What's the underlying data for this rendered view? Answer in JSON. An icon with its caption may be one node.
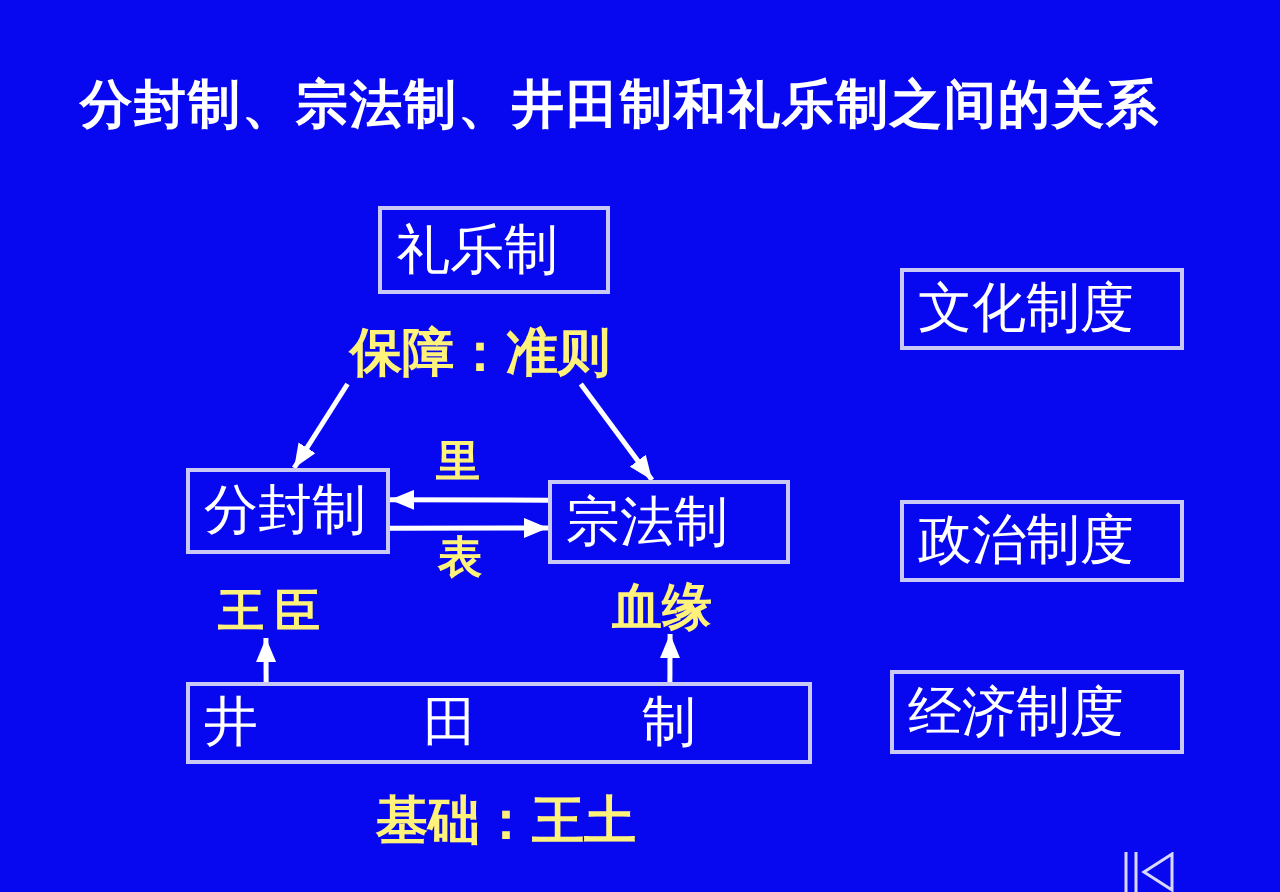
{
  "diagram": {
    "title": "分封制、宗法制、井田制和礼乐制之间的关系",
    "nodes": [
      {
        "text": [
          "礼乐制"
        ]
      },
      {
        "text": [
          "保障：准则"
        ]
      },
      {
        "text": [
          "分封制"
        ]
      },
      {
        "text": [
          "宗法制"
        ]
      },
      {
        "text": [
          "王臣"
        ]
      },
      {
        "text": [
          "血缘"
        ]
      },
      {
        "text": [
          "井田制"
        ],
        "beside": [
          "基础：王土"
        ]
      },
      {
        "text": [
          "文化制度"
        ]
      },
      {
        "text": [
          "政治制度"
        ]
      },
      {
        "text": [
          "经济制度"
        ]
      }
    ],
    "edges": [
      {
        "from": 1,
        "to": 2,
        "arrow": "to"
      },
      {
        "from": 1,
        "to": 3,
        "arrow": "to"
      },
      {
        "from": 3,
        "to": 2,
        "arrow": "to",
        "label": "里"
      },
      {
        "from": 2,
        "to": 3,
        "arrow": "to",
        "label": "表"
      },
      {
        "from": 6,
        "to": 4,
        "arrow": "to"
      },
      {
        "from": 6,
        "to": 5,
        "arrow": "to"
      }
    ]
  }
}
